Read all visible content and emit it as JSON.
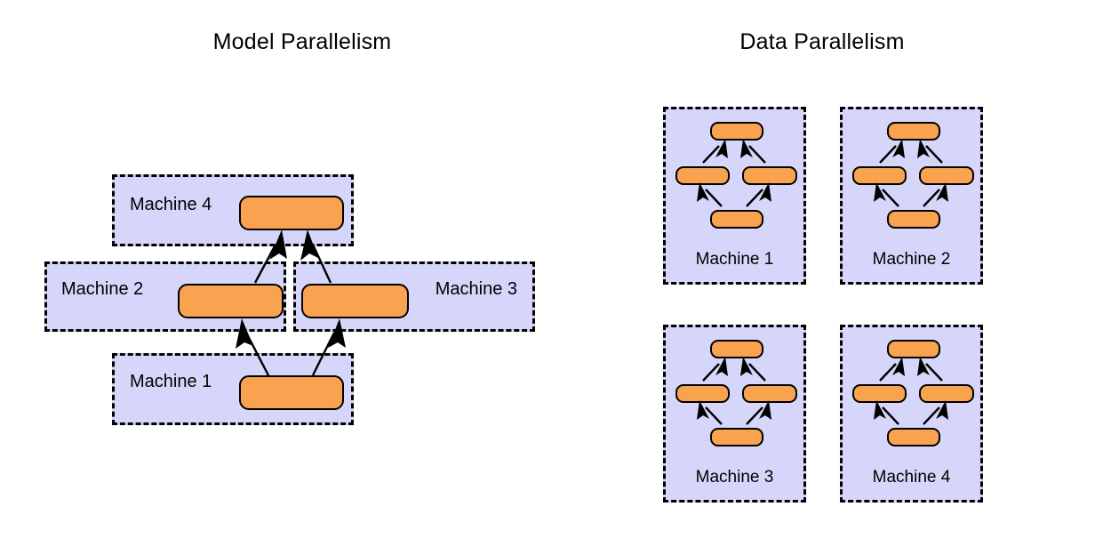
{
  "figure": {
    "kind": "diagram",
    "background": "#ffffff"
  },
  "colors": {
    "machine_fill": "#d6d6fa",
    "node_fill": "#f9a24f",
    "stroke": "#000000"
  },
  "panels": {
    "model_parallelism": {
      "title": "Model Parallelism",
      "machines": [
        {
          "id": "mp-machine-4",
          "label": "Machine 4",
          "label_side": "left",
          "node_count": 1
        },
        {
          "id": "mp-machine-2",
          "label": "Machine 2",
          "label_side": "left",
          "node_count": 1
        },
        {
          "id": "mp-machine-3",
          "label": "Machine 3",
          "label_side": "right",
          "node_count": 1
        },
        {
          "id": "mp-machine-1",
          "label": "Machine 1",
          "label_side": "left",
          "node_count": 1
        }
      ],
      "edges": [
        {
          "from": "mp-machine-1",
          "to": "mp-machine-2",
          "direction": "up"
        },
        {
          "from": "mp-machine-1",
          "to": "mp-machine-3",
          "direction": "up"
        },
        {
          "from": "mp-machine-2",
          "to": "mp-machine-4",
          "direction": "up"
        },
        {
          "from": "mp-machine-3",
          "to": "mp-machine-4",
          "direction": "up"
        }
      ]
    },
    "data_parallelism": {
      "title": "Data Parallelism",
      "machines": [
        {
          "id": "dp-machine-1",
          "label": "Machine 1",
          "node_count": 4
        },
        {
          "id": "dp-machine-2",
          "label": "Machine 2",
          "node_count": 4
        },
        {
          "id": "dp-machine-3",
          "label": "Machine 3",
          "node_count": 4
        },
        {
          "id": "dp-machine-4",
          "label": "Machine 4",
          "node_count": 4
        }
      ],
      "replica_topology": {
        "nodes": [
          "bottom",
          "middle-left",
          "middle-right",
          "top"
        ],
        "edges": [
          {
            "from": "bottom",
            "to": "middle-left",
            "direction": "up"
          },
          {
            "from": "bottom",
            "to": "middle-right",
            "direction": "up"
          },
          {
            "from": "middle-left",
            "to": "top",
            "direction": "up"
          },
          {
            "from": "middle-right",
            "to": "top",
            "direction": "up"
          }
        ]
      }
    }
  }
}
